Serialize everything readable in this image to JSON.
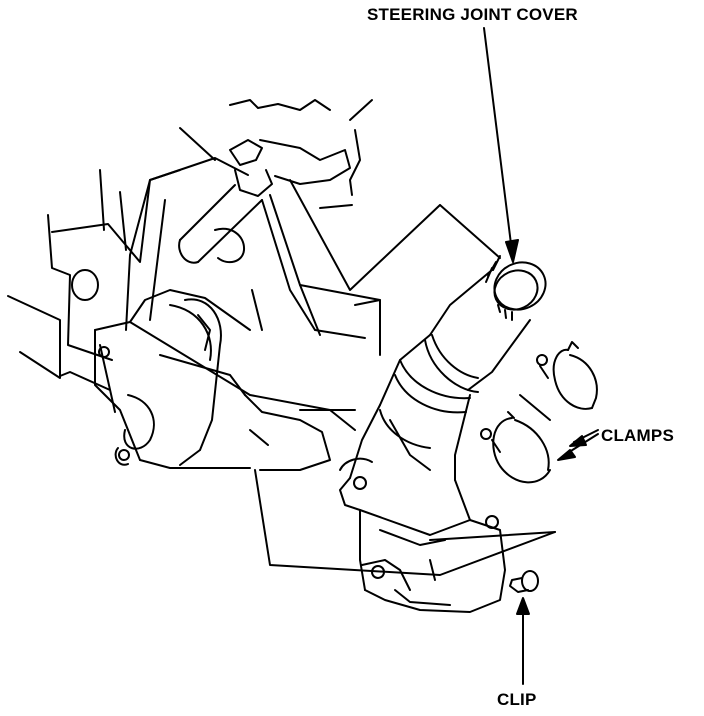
{
  "labels": {
    "steering_joint_cover": "STEERING JOINT COVER",
    "clamps": "CLAMPS",
    "clip": "CLIP"
  },
  "colors": {
    "line": "#000000",
    "background": "#ffffff"
  }
}
